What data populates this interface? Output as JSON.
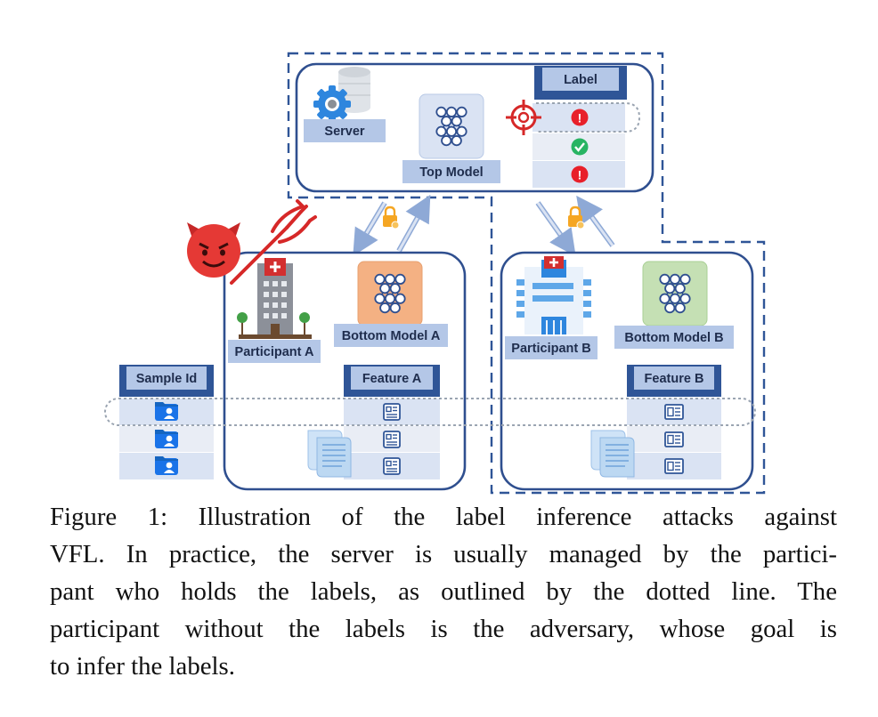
{
  "diagram": {
    "server_label": "Server",
    "top_model_label": "Top Model",
    "label_header": "Label",
    "label_rows": [
      "!",
      "✓",
      "!"
    ],
    "participant_a_label": "Participant A",
    "participant_b_label": "Participant B",
    "bottom_model_a_label": "Bottom Model A",
    "bottom_model_b_label": "Bottom Model B",
    "sample_id_header": "Sample Id",
    "feature_a_header": "Feature A",
    "feature_b_header": "Feature B",
    "icons": [
      "gear-icon",
      "database-icon",
      "neural-network-icon",
      "target-icon",
      "warning-icon",
      "check-icon",
      "lock-icon",
      "devil-icon",
      "trident-icon",
      "hospital-icon",
      "user-folder-icon",
      "document-icon",
      "feature-card-icon"
    ],
    "colors": {
      "dashed_border": "#2f5597",
      "box_border": "#2f4f8f",
      "label_blue": "#b4c7e7",
      "header_dark": "#2f5597",
      "alert_red": "#e8202a",
      "check_green": "#28b463",
      "devil_red": "#e53935",
      "lock_orange": "#f5a623",
      "model_orange": "#f4b183",
      "model_green": "#c5e0b4",
      "model_blue": "#dae3f3"
    }
  },
  "caption": {
    "lines": [
      "Figure 1: Illustration of the label inference attacks against",
      "VFL. In practice, the server is usually managed by the partici-",
      "pant who holds the labels, as outlined by the dotted line. The",
      "participant without the labels is the adversary, whose goal is",
      "to infer the labels."
    ]
  }
}
